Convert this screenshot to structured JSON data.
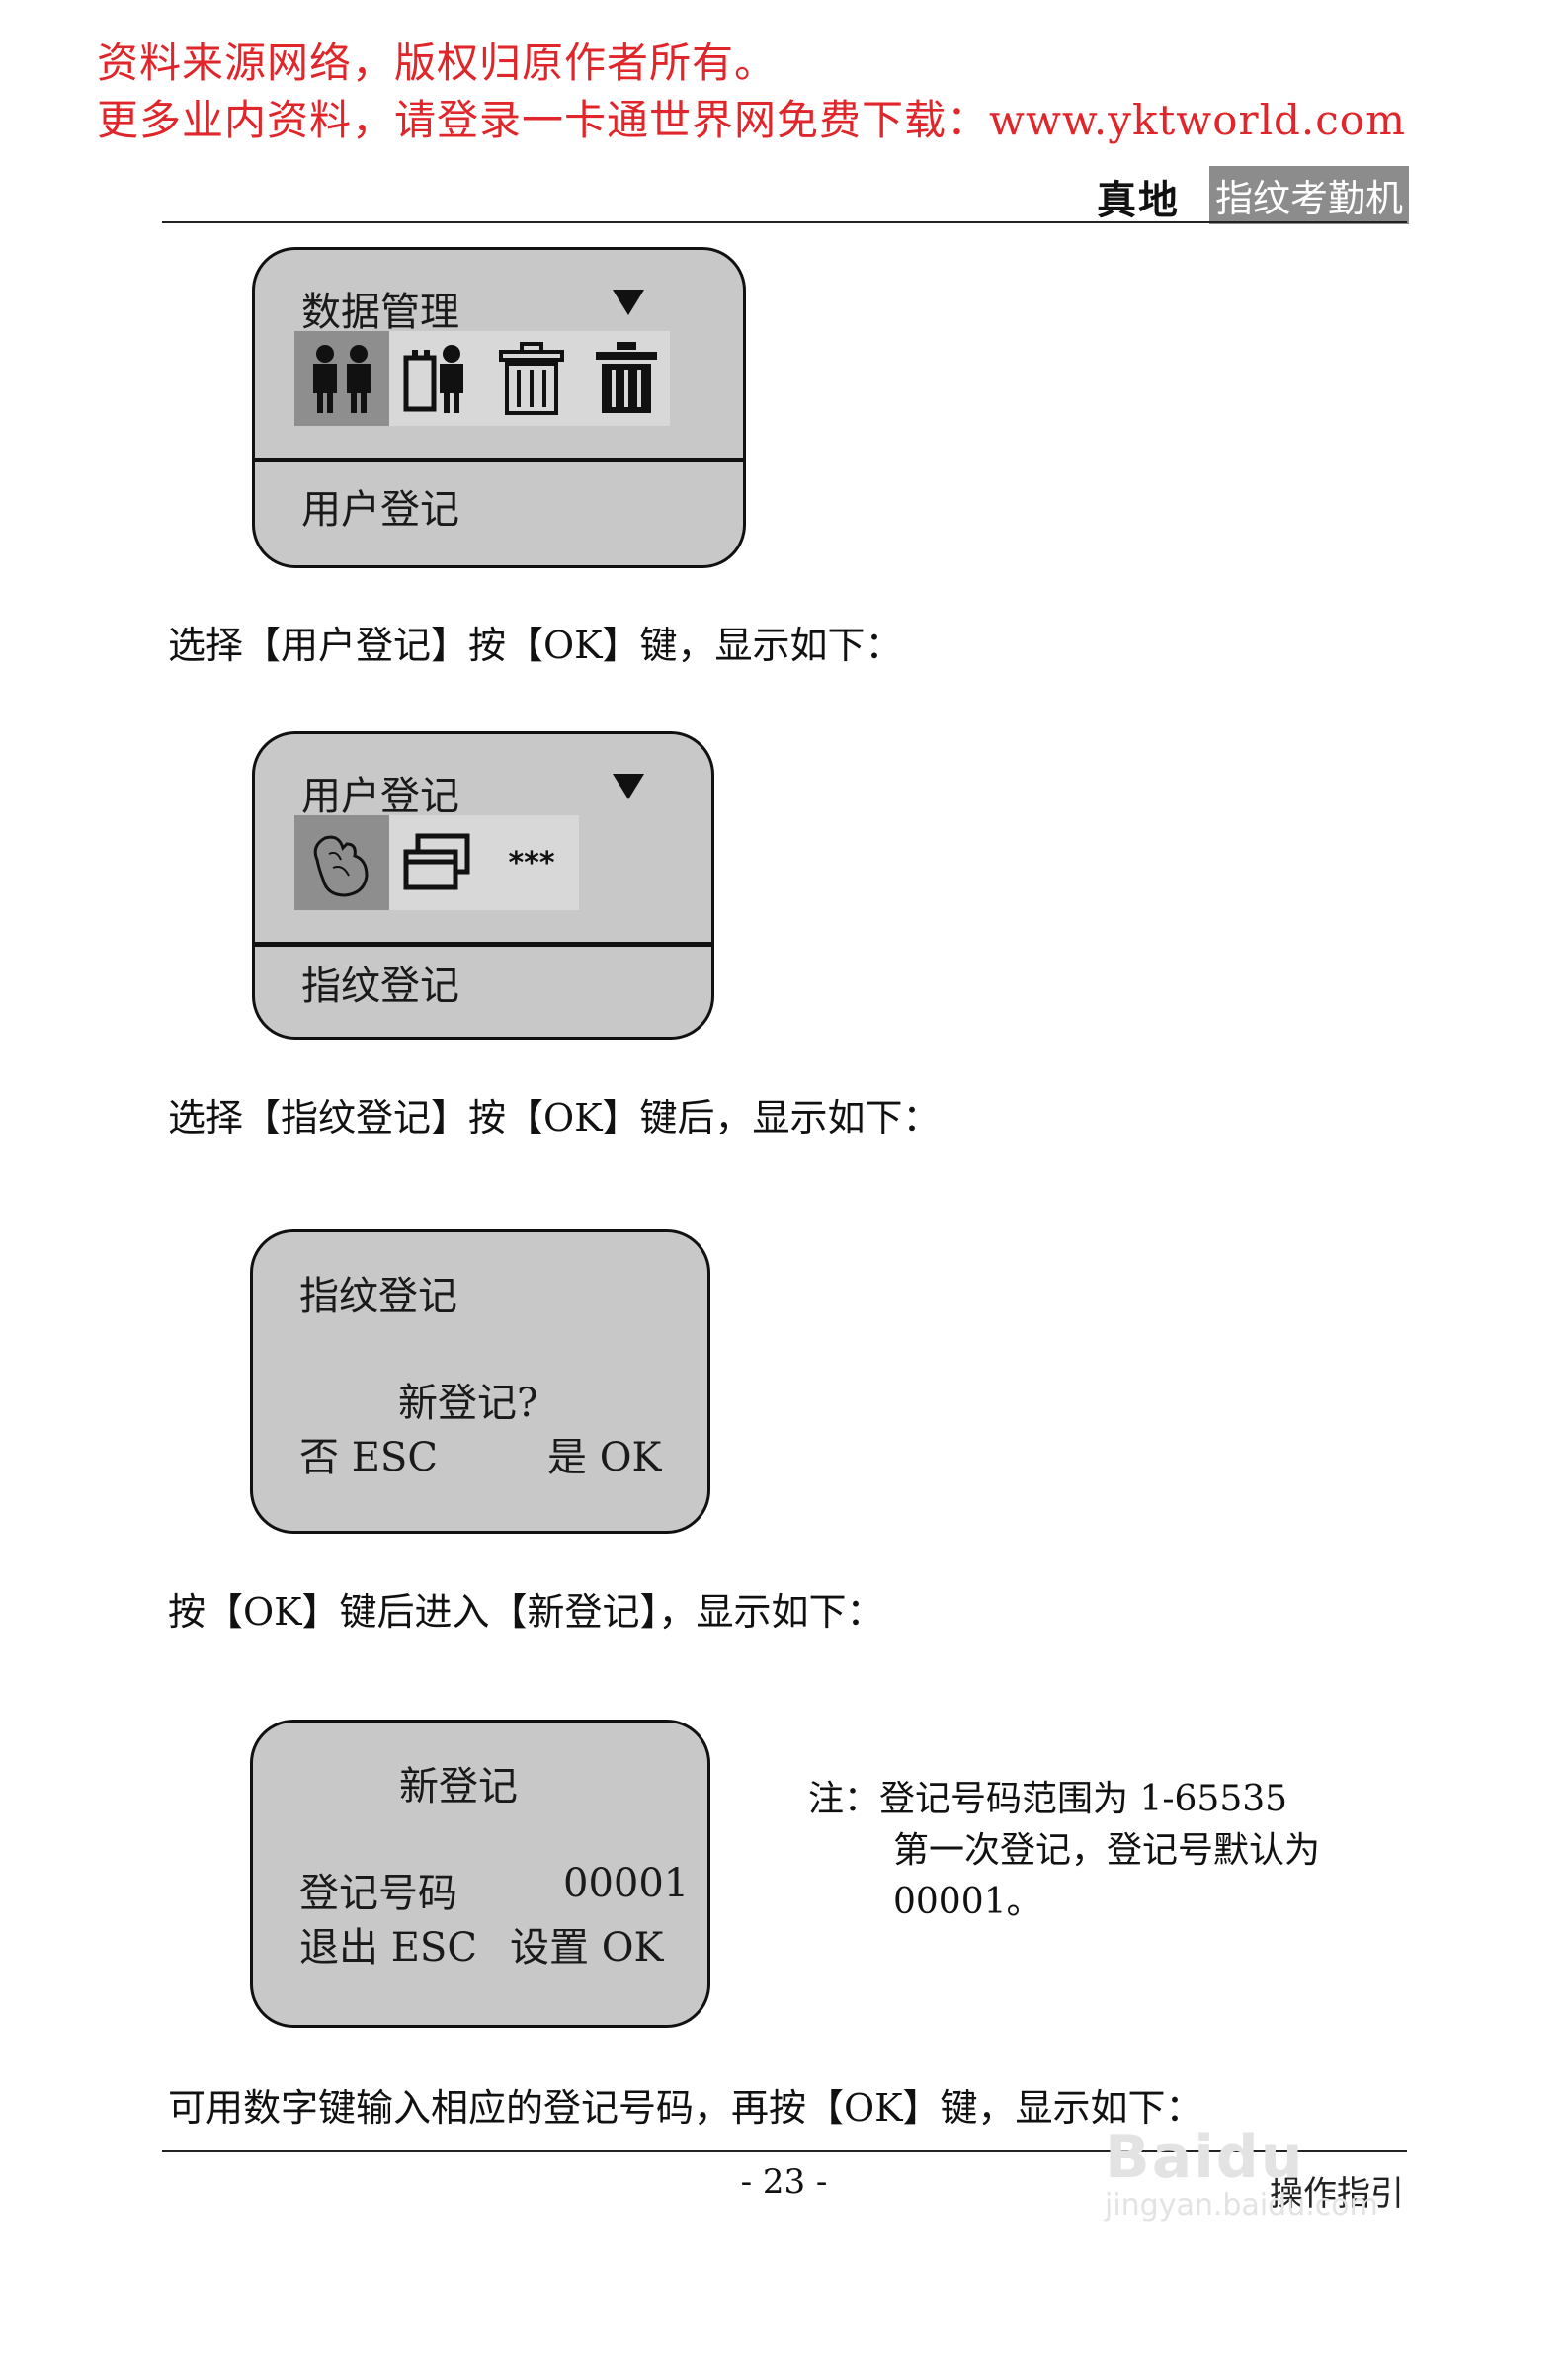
{
  "header": {
    "line1": "资料来源网络，版权归原作者所有。",
    "line2": "更多业内资料，请登录一卡通世界网免费下载：www.yktworld.com",
    "brand": "真地",
    "product": "指纹考勤机"
  },
  "screen1": {
    "title": "数据管理",
    "label": "用户登记",
    "icons": [
      "users-icon",
      "user-card-icon",
      "trash-icon",
      "trash-all-icon"
    ]
  },
  "para1": "选择【用户登记】按【OK】键，显示如下：",
  "screen2": {
    "title": "用户登记",
    "label": "指纹登记",
    "password_text": "***",
    "icons": [
      "fingerprint-icon",
      "card-icon",
      "password-icon"
    ]
  },
  "para2": "选择【指纹登记】按【OK】键后，显示如下：",
  "screen3": {
    "title": "指纹登记",
    "question": "新登记?",
    "no": "否 ESC",
    "yes": "是 OK"
  },
  "para3": "按【OK】键后进入【新登记】，显示如下：",
  "screen4": {
    "title": "新登记",
    "field_label": "登记号码",
    "field_value": "00001",
    "exit": "退出 ESC",
    "set": "设置 OK"
  },
  "note": {
    "line1": "注：登记号码范围为 1-65535",
    "line2": "第一次登记，登记号默认为",
    "line3": "00001。"
  },
  "para4": "可用数字键输入相应的登记号码，再按【OK】键，显示如下：",
  "footer": {
    "page": "- 23 -",
    "section": "操作指引"
  },
  "watermark": {
    "logo": "Baidu",
    "url": "jingyan.baidu.com"
  }
}
